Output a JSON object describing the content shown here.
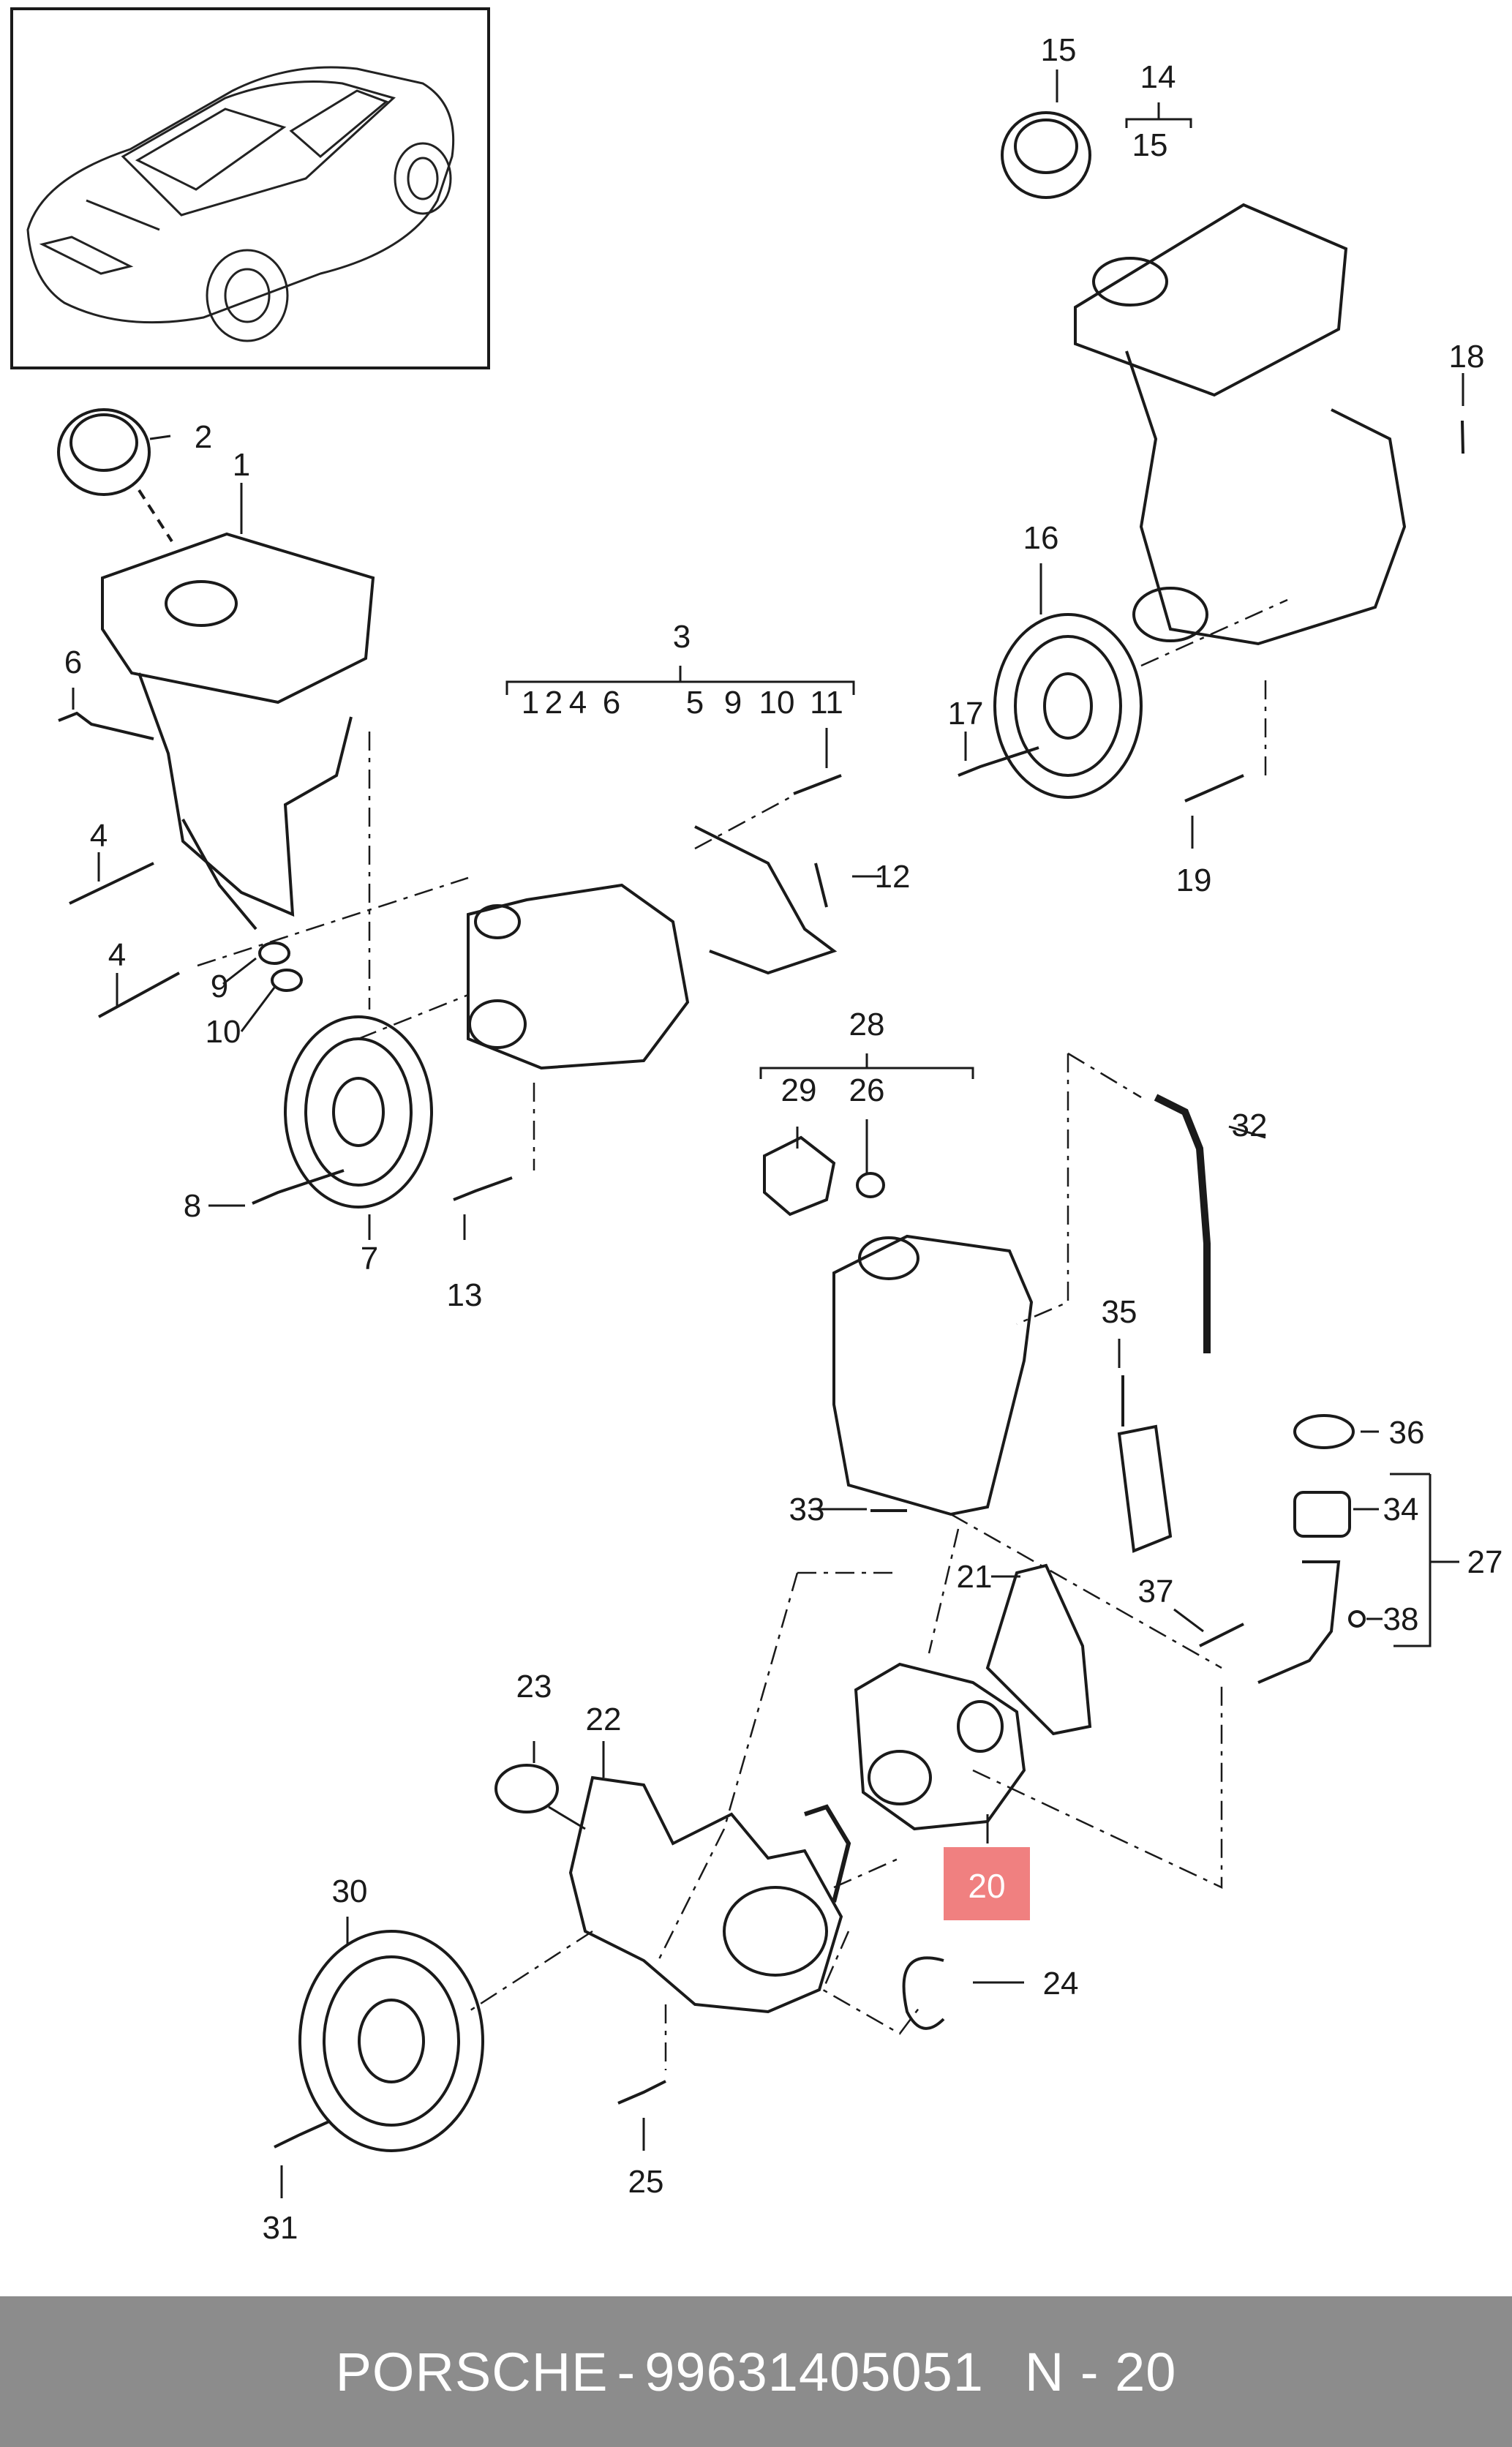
{
  "footer": {
    "brand": "PORSCHE",
    "separator": "-",
    "part_number": "99631405051",
    "diagram_ref": "N - 20"
  },
  "highlight": {
    "label": "20",
    "color": "#f08080"
  },
  "callouts": [
    {
      "label": "1"
    },
    {
      "label": "2"
    },
    {
      "label": "3"
    },
    {
      "label": "4"
    },
    {
      "label": "4"
    },
    {
      "label": "5"
    },
    {
      "label": "6"
    },
    {
      "label": "7"
    },
    {
      "label": "8"
    },
    {
      "label": "9"
    },
    {
      "label": "10"
    },
    {
      "label": "11"
    },
    {
      "label": "12"
    },
    {
      "label": "13"
    },
    {
      "label": "14"
    },
    {
      "label": "15"
    },
    {
      "label": "15"
    },
    {
      "label": "16"
    },
    {
      "label": "17"
    },
    {
      "label": "18"
    },
    {
      "label": "19"
    },
    {
      "label": "21"
    },
    {
      "label": "22"
    },
    {
      "label": "23"
    },
    {
      "label": "24"
    },
    {
      "label": "25"
    },
    {
      "label": "26"
    },
    {
      "label": "27"
    },
    {
      "label": "28"
    },
    {
      "label": "29"
    },
    {
      "label": "30"
    },
    {
      "label": "31"
    },
    {
      "label": "32"
    },
    {
      "label": "33"
    },
    {
      "label": "34"
    },
    {
      "label": "35"
    },
    {
      "label": "36"
    },
    {
      "label": "37"
    },
    {
      "label": "38"
    }
  ],
  "kit_lists": {
    "kit_3_items": [
      "1",
      "2",
      "4",
      "6",
      "5",
      "9",
      "10",
      "11"
    ]
  }
}
